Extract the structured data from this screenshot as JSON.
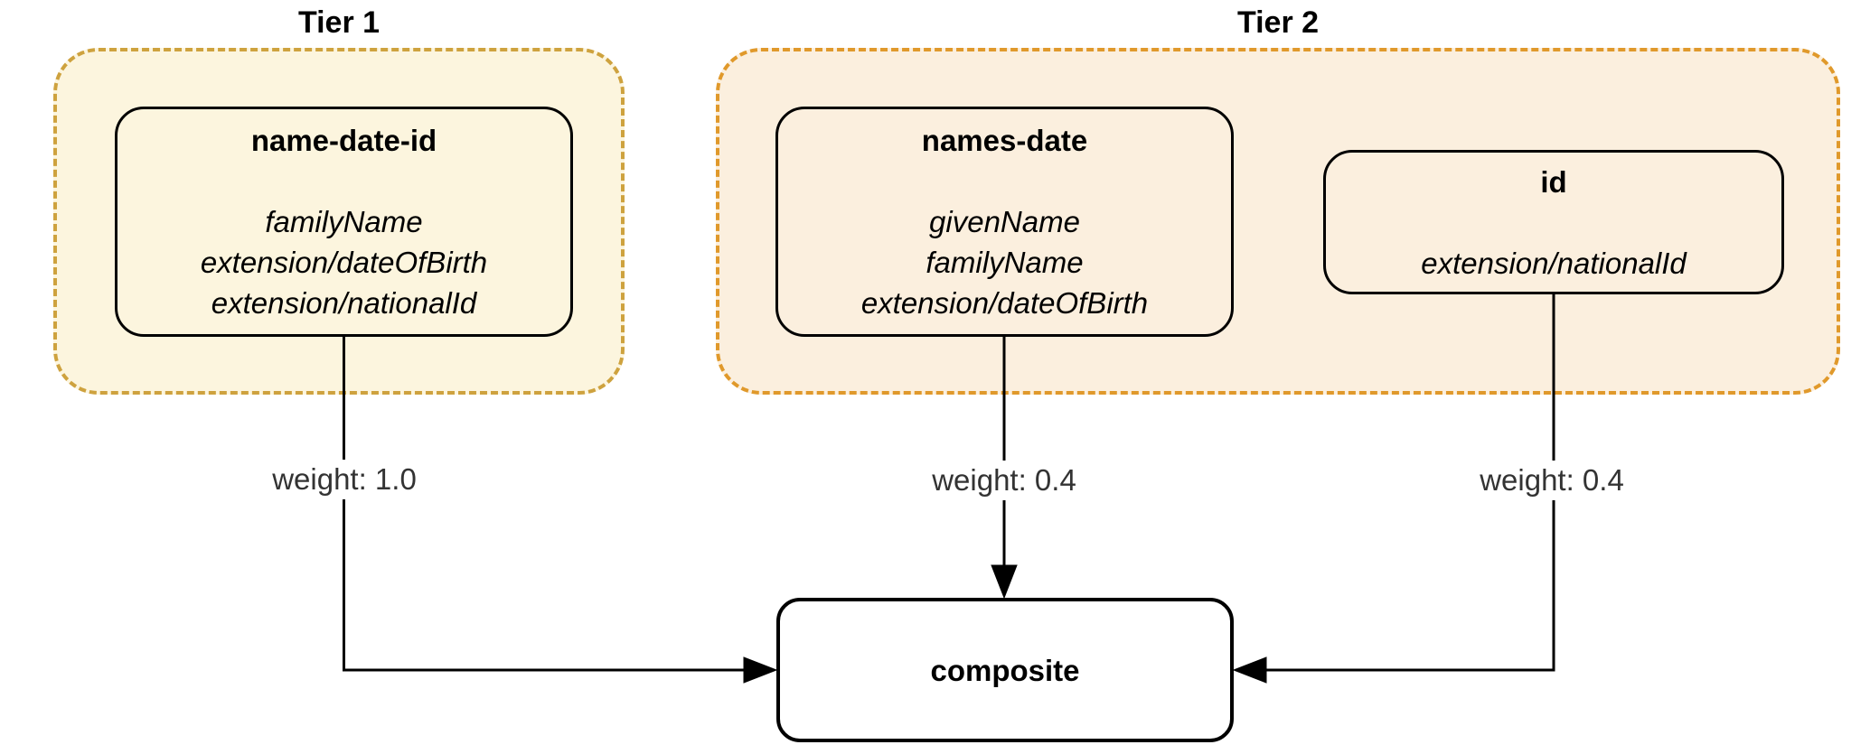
{
  "colors": {
    "tier1_fill": "#FCF5DE",
    "tier1_stroke": "#CEA23E",
    "tier2_fill": "#FBEFDE",
    "tier2_stroke": "#E0992B",
    "node_stroke": "#000000",
    "composite_fill": "#FFFFFF",
    "edge_color": "#000000",
    "edge_label_color": "#333333"
  },
  "tiers": [
    {
      "label": "Tier 1"
    },
    {
      "label": "Tier 2"
    }
  ],
  "nodes": {
    "nameDateId": {
      "title": "name-date-id",
      "attrs": [
        "familyName",
        "extension/dateOfBirth",
        "extension/nationalId"
      ]
    },
    "namesDate": {
      "title": "names-date",
      "attrs": [
        "givenName",
        "familyName",
        "extension/dateOfBirth"
      ]
    },
    "id": {
      "title": "id",
      "attrs": [
        "extension/nationalId"
      ]
    },
    "composite": {
      "title": "composite"
    }
  },
  "edges": [
    {
      "from": "name-date-id",
      "to": "composite",
      "label": "weight: 1.0"
    },
    {
      "from": "names-date",
      "to": "composite",
      "label": "weight: 0.4"
    },
    {
      "from": "id",
      "to": "composite",
      "label": "weight: 0.4"
    }
  ]
}
